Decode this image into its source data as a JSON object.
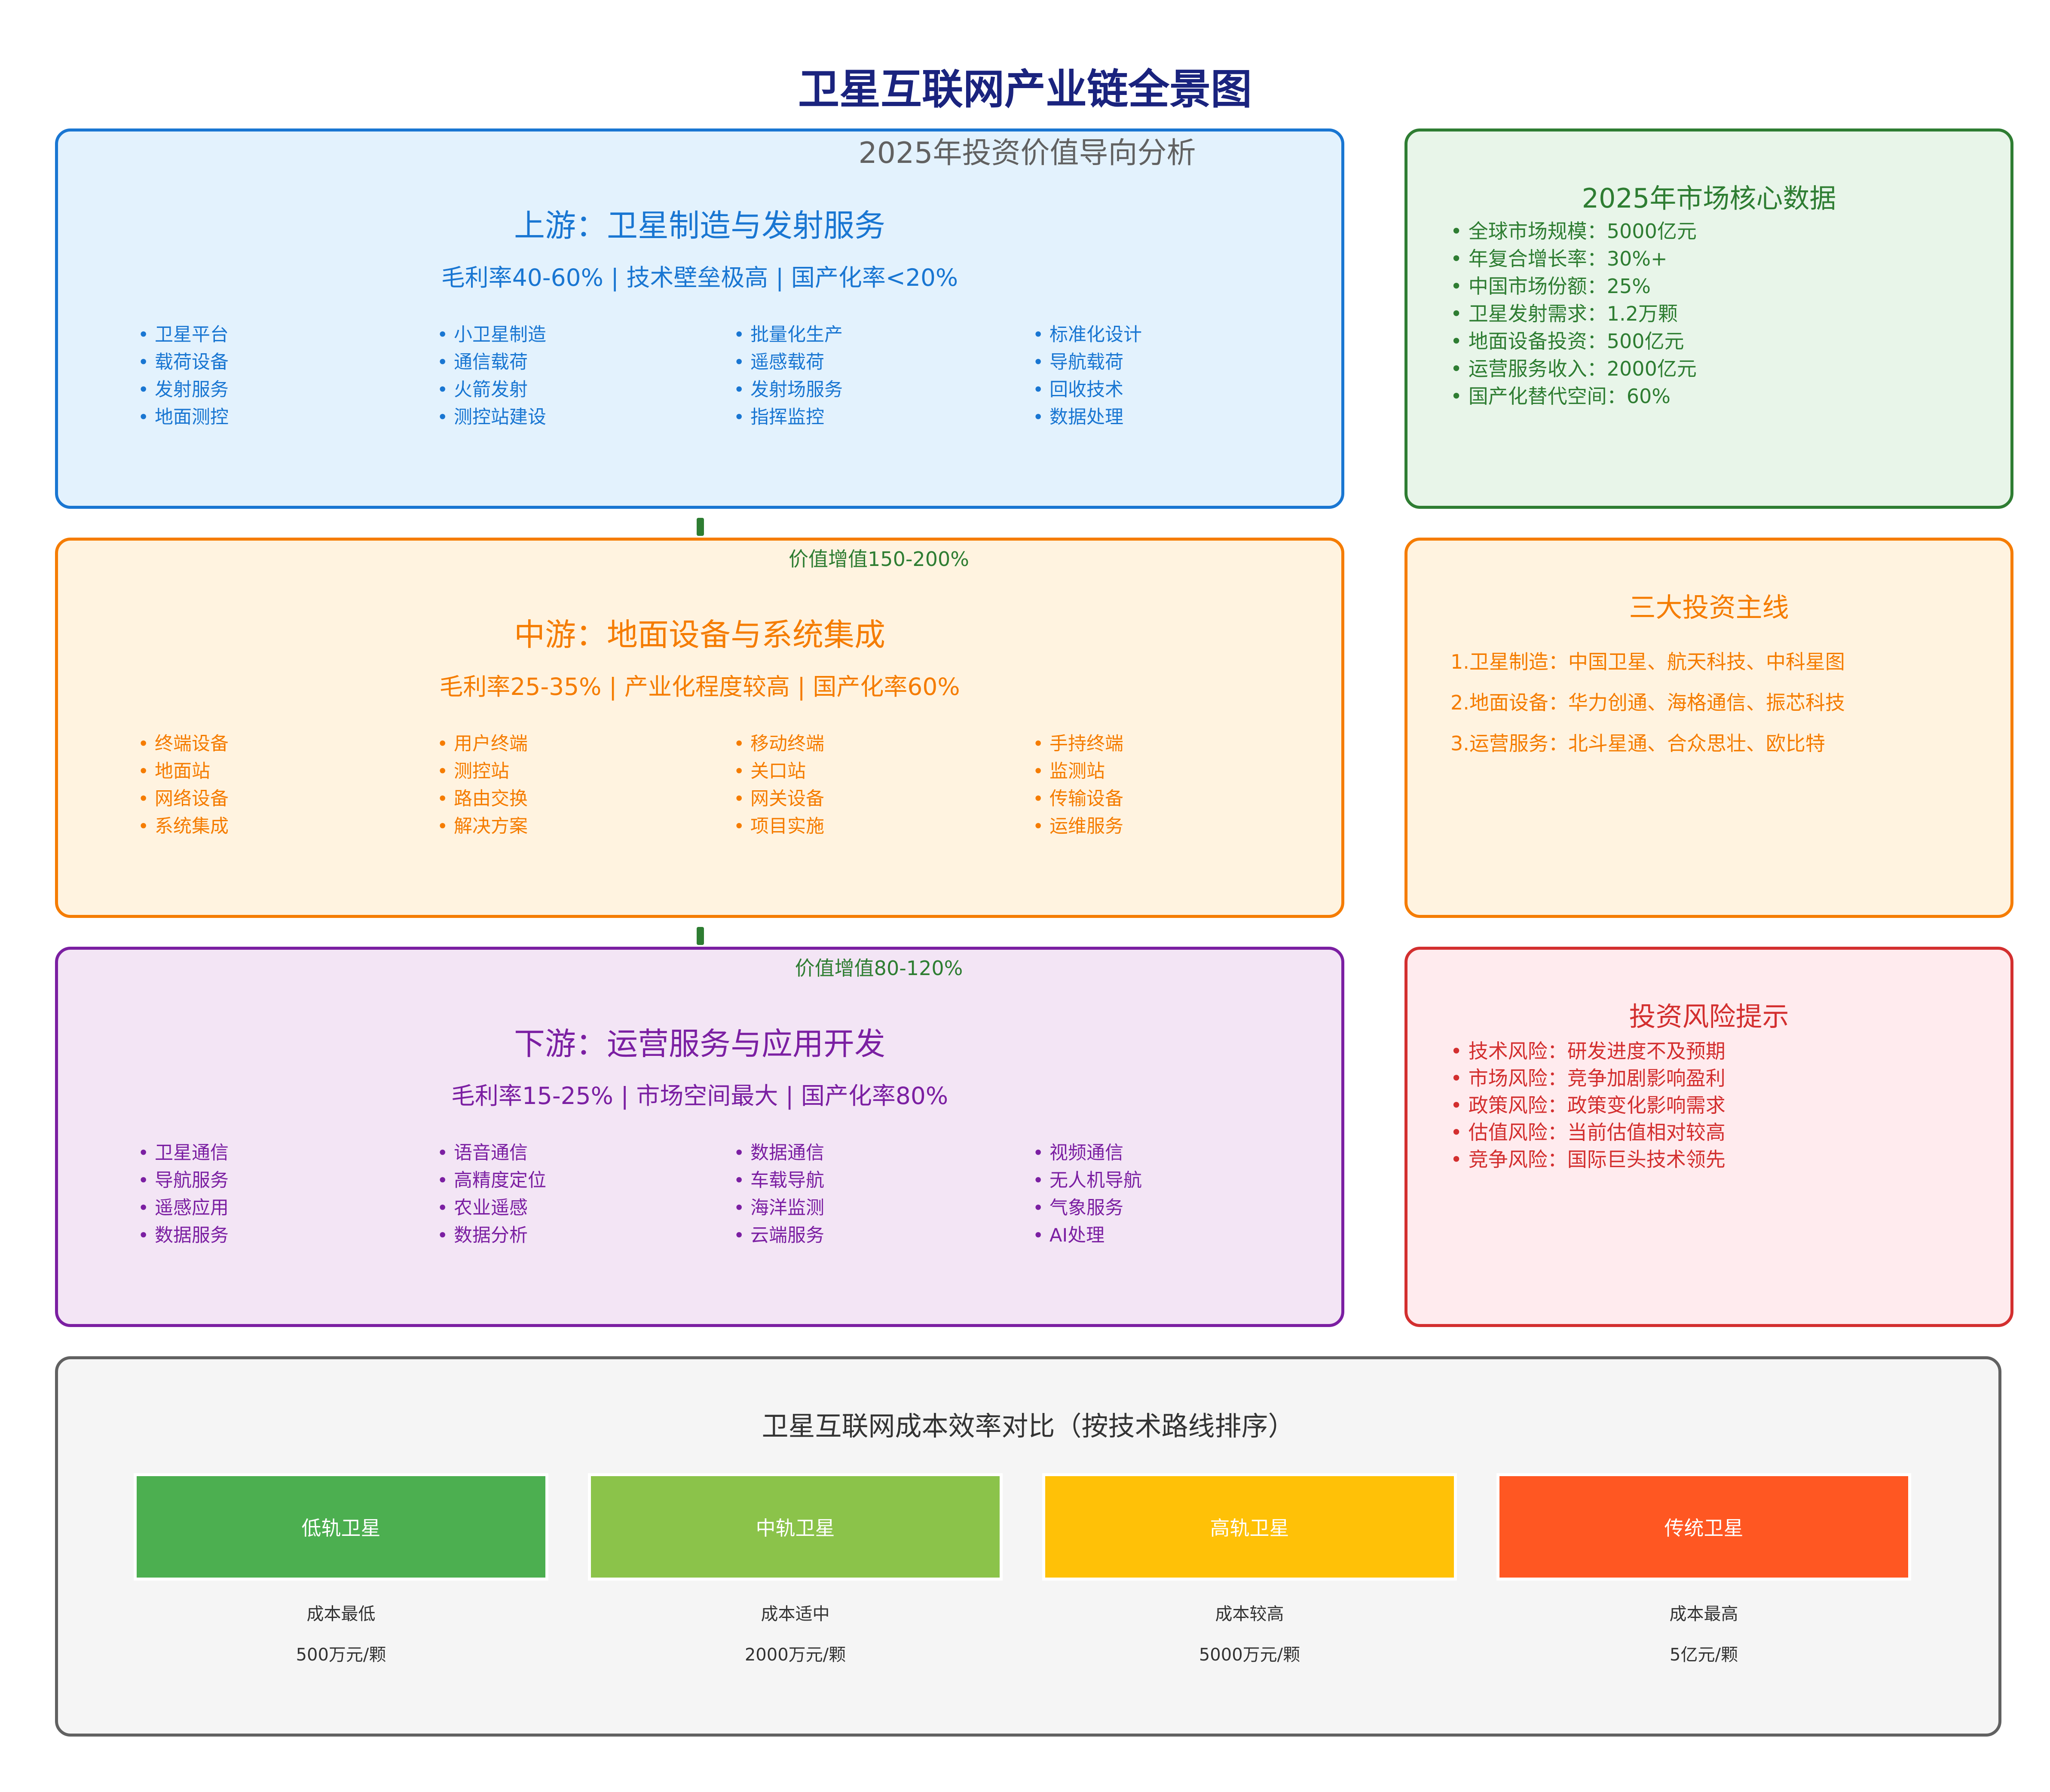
{
  "title": "卫星互联网产业链全景图",
  "subtitle": "2025年投资价值导向分析",
  "connectors": [
    "价值增值150-200%",
    "价值增值80-120%"
  ],
  "stages": [
    {
      "id": "up",
      "heading": "上游：卫星制造与发射服务",
      "metrics": "毛利率40-60% | 技术壁垒极高 | 国产化率<20%",
      "columns": [
        [
          "卫星平台",
          "载荷设备",
          "发射服务",
          "地面测控"
        ],
        [
          "小卫星制造",
          "通信载荷",
          "火箭发射",
          "测控站建设"
        ],
        [
          "批量化生产",
          "遥感载荷",
          "发射场服务",
          "指挥监控"
        ],
        [
          "标准化设计",
          "导航载荷",
          "回收技术",
          "数据处理"
        ]
      ]
    },
    {
      "id": "mid",
      "heading": "中游：地面设备与系统集成",
      "metrics": "毛利率25-35% | 产业化程度较高 | 国产化率60%",
      "columns": [
        [
          "终端设备",
          "地面站",
          "网络设备",
          "系统集成"
        ],
        [
          "用户终端",
          "测控站",
          "路由交换",
          "解决方案"
        ],
        [
          "移动终端",
          "关口站",
          "网关设备",
          "项目实施"
        ],
        [
          "手持终端",
          "监测站",
          "传输设备",
          "运维服务"
        ]
      ]
    },
    {
      "id": "down",
      "heading": "下游：运营服务与应用开发",
      "metrics": "毛利率15-25% | 市场空间最大 | 国产化率80%",
      "columns": [
        [
          "卫星通信",
          "导航服务",
          "遥感应用",
          "数据服务"
        ],
        [
          "语音通信",
          "高精度定位",
          "农业遥感",
          "数据分析"
        ],
        [
          "数据通信",
          "车载导航",
          "海洋监测",
          "云端服务"
        ],
        [
          "视频通信",
          "无人机导航",
          "气象服务",
          "AI处理"
        ]
      ]
    }
  ],
  "market": {
    "title": "2025年市场核心数据",
    "items": [
      "全球市场规模：5000亿元",
      "年复合增长率：30%+",
      "中国市场份额：25%",
      "卫星发射需求：1.2万颗",
      "地面设备投资：500亿元",
      "运营服务收入：2000亿元",
      "国产化替代空间：60%"
    ]
  },
  "lines": {
    "title": "三大投资主线",
    "items": [
      "1.卫星制造：中国卫星、航天科技、中科星图",
      "2.地面设备：华力创通、海格通信、振芯科技",
      "3.运营服务：北斗星通、合众思壮、欧比特"
    ]
  },
  "risk": {
    "title": "投资风险提示",
    "items": [
      "技术风险：研发进度不及预期",
      "市场风险：竞争加剧影响盈利",
      "政策风险：政策变化影响需求",
      "估值风险：当前估值相对较高",
      "竞争风险：国际巨头技术领先"
    ]
  },
  "cost": {
    "title": "卫星互联网成本效率对比（按技术路线排序）",
    "items": [
      {
        "name": "低轨卫星",
        "level": "成本最低",
        "price": "500万元/颗",
        "color": "#4caf50"
      },
      {
        "name": "中轨卫星",
        "level": "成本适中",
        "price": "2000万元/颗",
        "color": "#8bc34a"
      },
      {
        "name": "高轨卫星",
        "level": "成本较高",
        "price": "5000万元/颗",
        "color": "#ffc107"
      },
      {
        "name": "传统卫星",
        "level": "成本最高",
        "price": "5亿元/颗",
        "color": "#ff5722"
      }
    ]
  }
}
